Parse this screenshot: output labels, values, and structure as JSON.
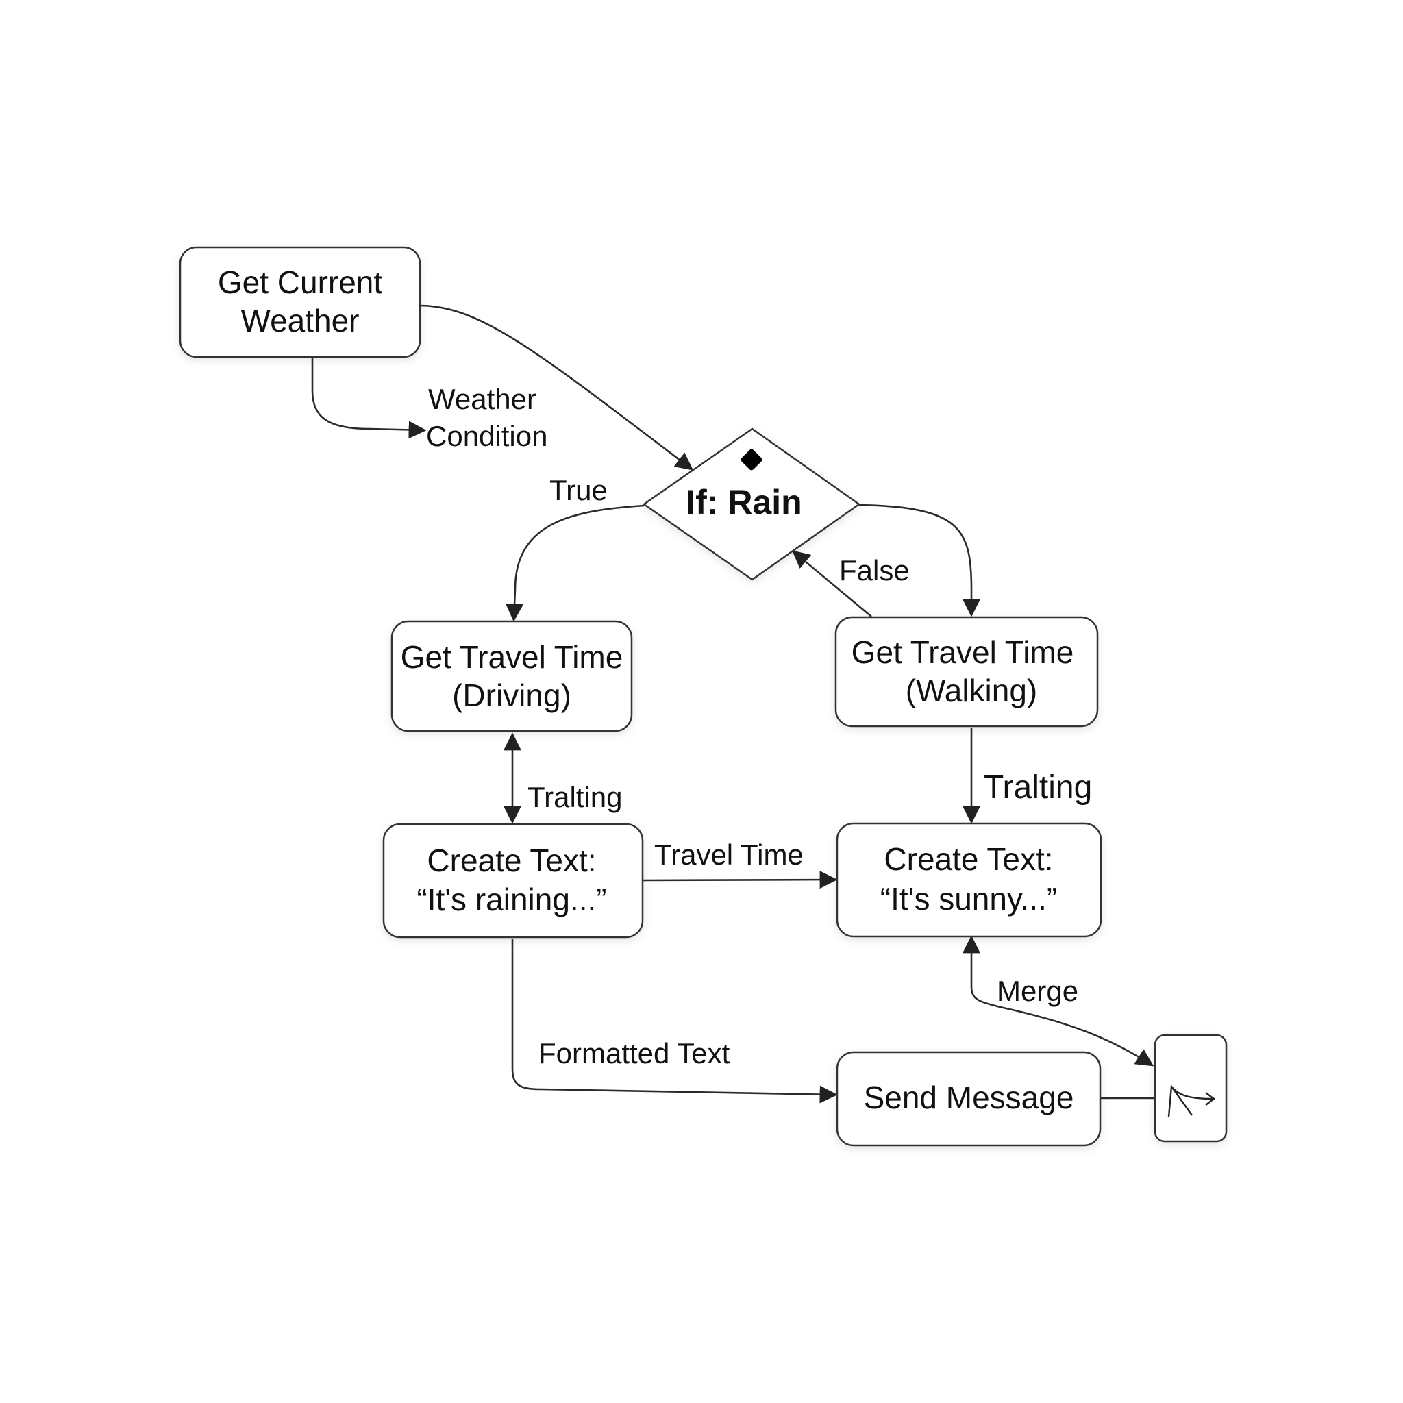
{
  "nodes": {
    "get_weather": {
      "line1": "Get Current",
      "line2": "Weather"
    },
    "decision": {
      "label": "If: Rain"
    },
    "travel_driving": {
      "line1": "Get Travel Time",
      "line2": "(Driving)"
    },
    "travel_walking": {
      "line1": "Get Travel Time",
      "line2": "(Walking)"
    },
    "text_raining": {
      "line1": "Create Text:",
      "line2": "“It's raining...”"
    },
    "text_sunny": {
      "line1": "Create Text:",
      "line2": "“It's sunny...”"
    },
    "send_message": {
      "label": "Send Message"
    }
  },
  "edges": {
    "weather_condition": {
      "line1": "Weather",
      "line2": "Condition"
    },
    "true_label": "True",
    "false_label": "False",
    "tralting_left": "Tralting",
    "tralting_right": "Tralting",
    "travel_time": "Travel Time",
    "formatted_text": "Formatted Text",
    "merge": "Merge"
  },
  "icons": {
    "decision_marker": "diamond-marker-icon",
    "merge_node": "merge-arrow-icon"
  },
  "colors": {
    "stroke": "#333333",
    "text": "#111111",
    "background": "#ffffff"
  }
}
